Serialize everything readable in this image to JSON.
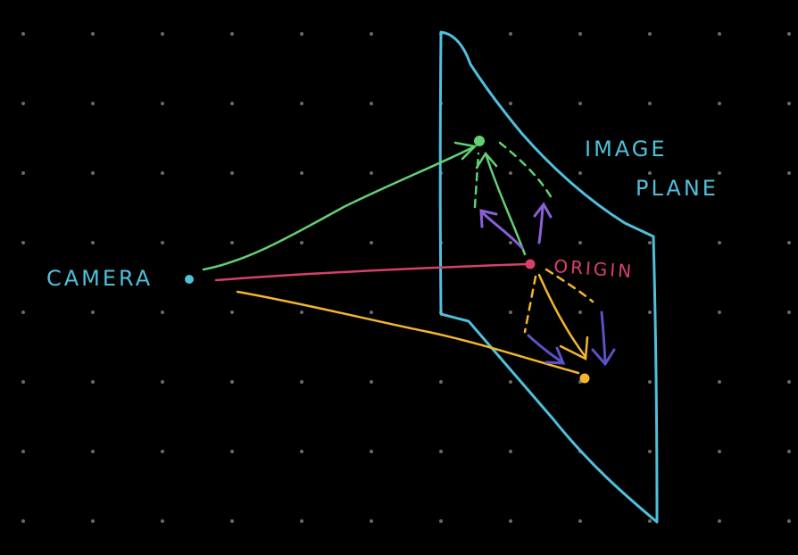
{
  "labels": {
    "camera": "CAMERA",
    "image_plane_line1": "IMAGE",
    "image_plane_line2": "PLANE",
    "origin": "ORIGIN"
  },
  "colors": {
    "background": "#000000",
    "grid_dot": "#6a6a6a",
    "camera": "#4fc0dc",
    "plane": "#4fc0dc",
    "origin": "#d6416a",
    "green": "#63d173",
    "yellow": "#f2b72b",
    "purple": "#8a5fd8",
    "violet": "#5a52c6"
  },
  "icons": {
    "camera_point": "dot",
    "origin_point": "dot",
    "green_point": "dot",
    "yellow_point": "dot"
  }
}
